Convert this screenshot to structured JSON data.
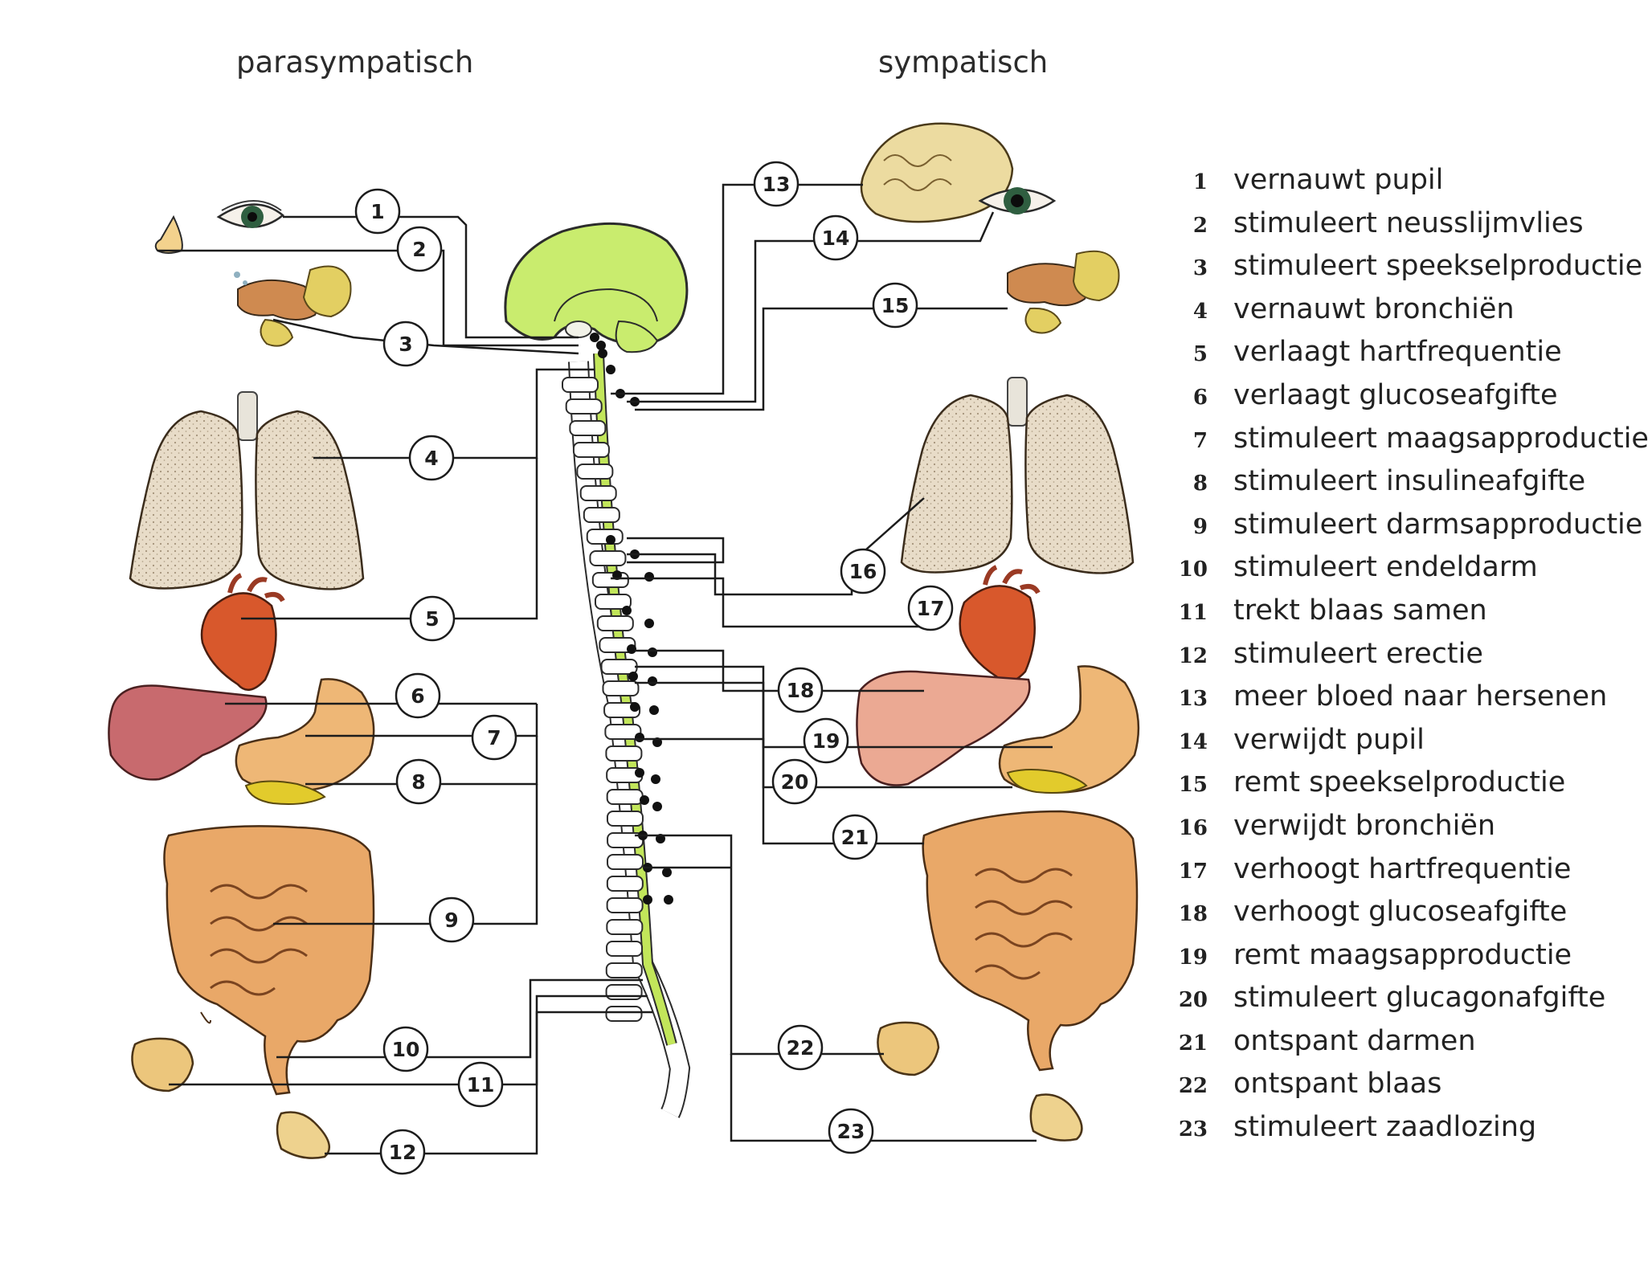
{
  "headers": {
    "parasympathetic": "parasympatisch",
    "sympathetic": "sympatisch"
  },
  "legend": [
    {
      "n": "1",
      "text": "vernauwt pupil"
    },
    {
      "n": "2",
      "text": "stimuleert neusslijmvlies"
    },
    {
      "n": "3",
      "text": "stimuleert speekselproductie"
    },
    {
      "n": "4",
      "text": "vernauwt bronchiën"
    },
    {
      "n": "5",
      "text": "verlaagt hartfrequentie"
    },
    {
      "n": "6",
      "text": "verlaagt glucoseafgifte"
    },
    {
      "n": "7",
      "text": "stimuleert maagsapproductie"
    },
    {
      "n": "8",
      "text": "stimuleert insulineafgifte"
    },
    {
      "n": "9",
      "text": "stimuleert darmsapproductie"
    },
    {
      "n": "10",
      "text": "stimuleert endeldarm"
    },
    {
      "n": "11",
      "text": "trekt blaas samen"
    },
    {
      "n": "12",
      "text": "stimuleert erectie"
    },
    {
      "n": "13",
      "text": "meer bloed naar hersenen"
    },
    {
      "n": "14",
      "text": "verwijdt pupil"
    },
    {
      "n": "15",
      "text": "remt speekselproductie"
    },
    {
      "n": "16",
      "text": "verwijdt bronchiën"
    },
    {
      "n": "17",
      "text": "verhoogt hartfrequentie"
    },
    {
      "n": "18",
      "text": "verhoogt glucoseafgifte"
    },
    {
      "n": "19",
      "text": "remt maagsapproductie"
    },
    {
      "n": "20",
      "text": "stimuleert glucagonafgifte"
    },
    {
      "n": "21",
      "text": "ontspant darmen"
    },
    {
      "n": "22",
      "text": "ontspant blaas"
    },
    {
      "n": "23",
      "text": "stimuleert zaadlozing"
    }
  ],
  "colors": {
    "brain": "#c9ec6e",
    "spinal_cord": "#c2e65a",
    "vertebra": "#ffffff",
    "lung": "#e8dcc8",
    "heart": "#d8582c",
    "liver_left": "#c86a6e",
    "liver_right": "#eba993",
    "stomach": "#eeb776",
    "pancreas": "#e2cb2c",
    "intestine": "#e9a868",
    "bladder": "#ecc67c",
    "eye_iris": "#2f5e40",
    "line": "#1c1c1c"
  }
}
